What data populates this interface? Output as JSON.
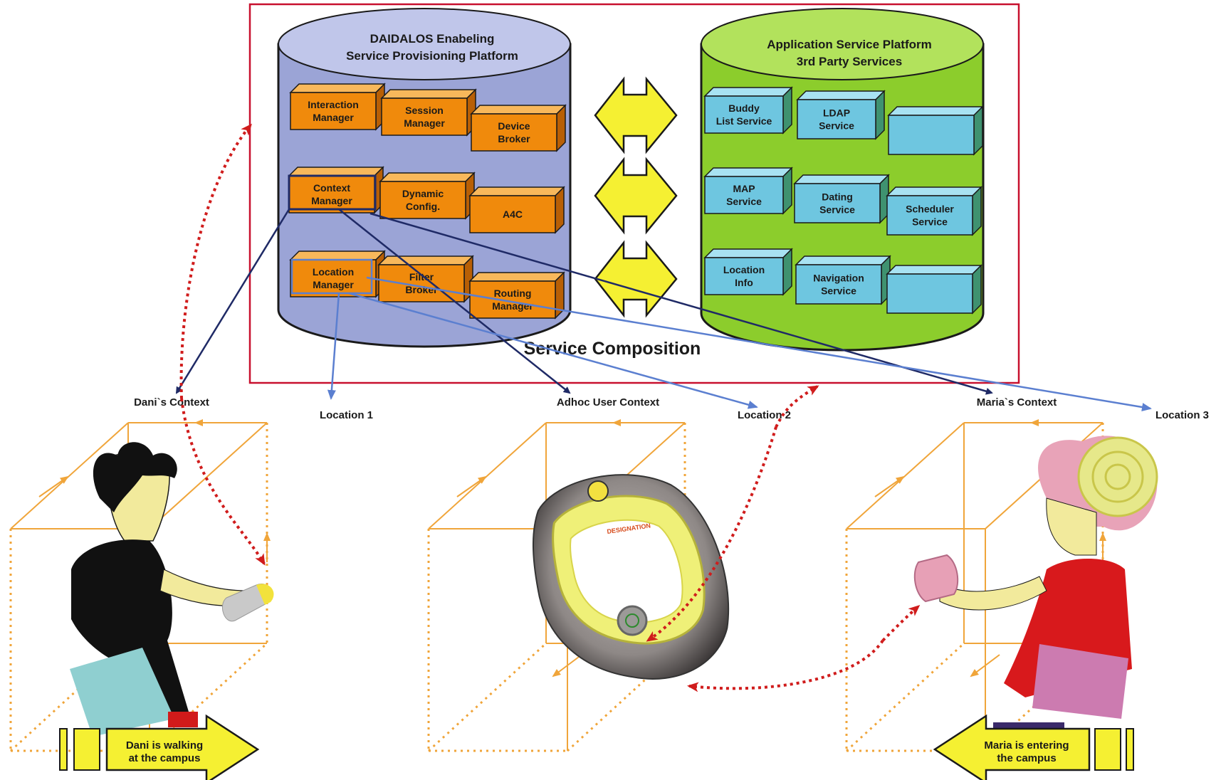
{
  "platforms": {
    "left": {
      "title_lines": [
        "DAIDALOS Enabeling",
        "Service Provisioning Platform"
      ],
      "color": "#9ba4d6",
      "modules": [
        {
          "id": "interaction-manager",
          "lines": [
            "Interaction",
            "Manager"
          ]
        },
        {
          "id": "session-manager",
          "lines": [
            "Session",
            "Manager"
          ]
        },
        {
          "id": "device-broker",
          "lines": [
            "Device",
            "Broker"
          ]
        },
        {
          "id": "context-manager",
          "lines": [
            "Context",
            "Manager"
          ]
        },
        {
          "id": "dynamic-config",
          "lines": [
            "Dynamic",
            "Config."
          ]
        },
        {
          "id": "a4c",
          "lines": [
            "A4C"
          ]
        },
        {
          "id": "location-manager",
          "lines": [
            "Location",
            "Manager"
          ]
        },
        {
          "id": "filter-broker",
          "lines": [
            "Filter",
            "Broker"
          ]
        },
        {
          "id": "routing-manager",
          "lines": [
            "Routing",
            "Manager"
          ]
        }
      ]
    },
    "right": {
      "title_lines": [
        "Application Service Platform",
        "3rd Party Services"
      ],
      "color": "#8ccd2c",
      "modules": [
        {
          "id": "buddy-list-service",
          "lines": [
            "Buddy",
            "List Service"
          ]
        },
        {
          "id": "ldap-service",
          "lines": [
            "LDAP",
            "Service"
          ]
        },
        {
          "id": "empty-service-1",
          "lines": []
        },
        {
          "id": "map-service",
          "lines": [
            "MAP",
            "Service"
          ]
        },
        {
          "id": "dating-service",
          "lines": [
            "Dating",
            "Service"
          ]
        },
        {
          "id": "scheduler-service",
          "lines": [
            "Scheduler",
            "Service"
          ]
        },
        {
          "id": "location-info",
          "lines": [
            "Location",
            "Info"
          ]
        },
        {
          "id": "navigation-service",
          "lines": [
            "Navigation",
            "Service"
          ]
        },
        {
          "id": "empty-service-2",
          "lines": []
        }
      ]
    }
  },
  "composition_label": "Service Composition",
  "contexts": {
    "dani": "Dani`s Context",
    "adhoc": "Adhoc User Context",
    "maria": "Maria`s Context"
  },
  "locations": [
    "Location 1",
    "Location 2",
    "Location 3"
  ],
  "banners": {
    "dani": [
      "Dani is walking",
      "at the campus"
    ],
    "maria": [
      "Maria is entering",
      "the campus"
    ]
  },
  "device_screen_label": "DESIGNATION",
  "colors": {
    "frame": "#c8102e",
    "module_orange": "#f08a0c",
    "module_blue": "#6ec6e0",
    "exchange_arrow": "#f5f032",
    "link_dark": "#1f2a66",
    "link_light": "#5b7fd0",
    "cube_line": "#f0a53a",
    "dotted_red": "#d01c1c"
  }
}
